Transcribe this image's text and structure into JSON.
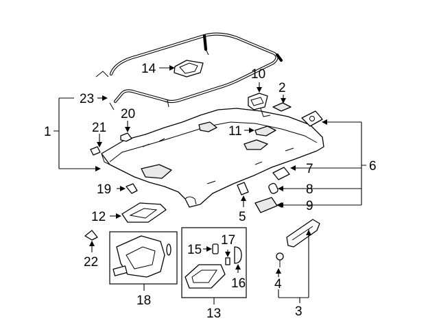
{
  "callouts": {
    "n1": "1",
    "n2": "2",
    "n3": "3",
    "n4": "4",
    "n5": "5",
    "n6": "6",
    "n7": "7",
    "n8": "8",
    "n9": "9",
    "n10": "10",
    "n11": "11",
    "n12": "12",
    "n13": "13",
    "n14": "14",
    "n15": "15",
    "n16": "16",
    "n17": "17",
    "n18": "18",
    "n19": "19",
    "n20": "20",
    "n21": "21",
    "n22": "22",
    "n23": "23"
  }
}
